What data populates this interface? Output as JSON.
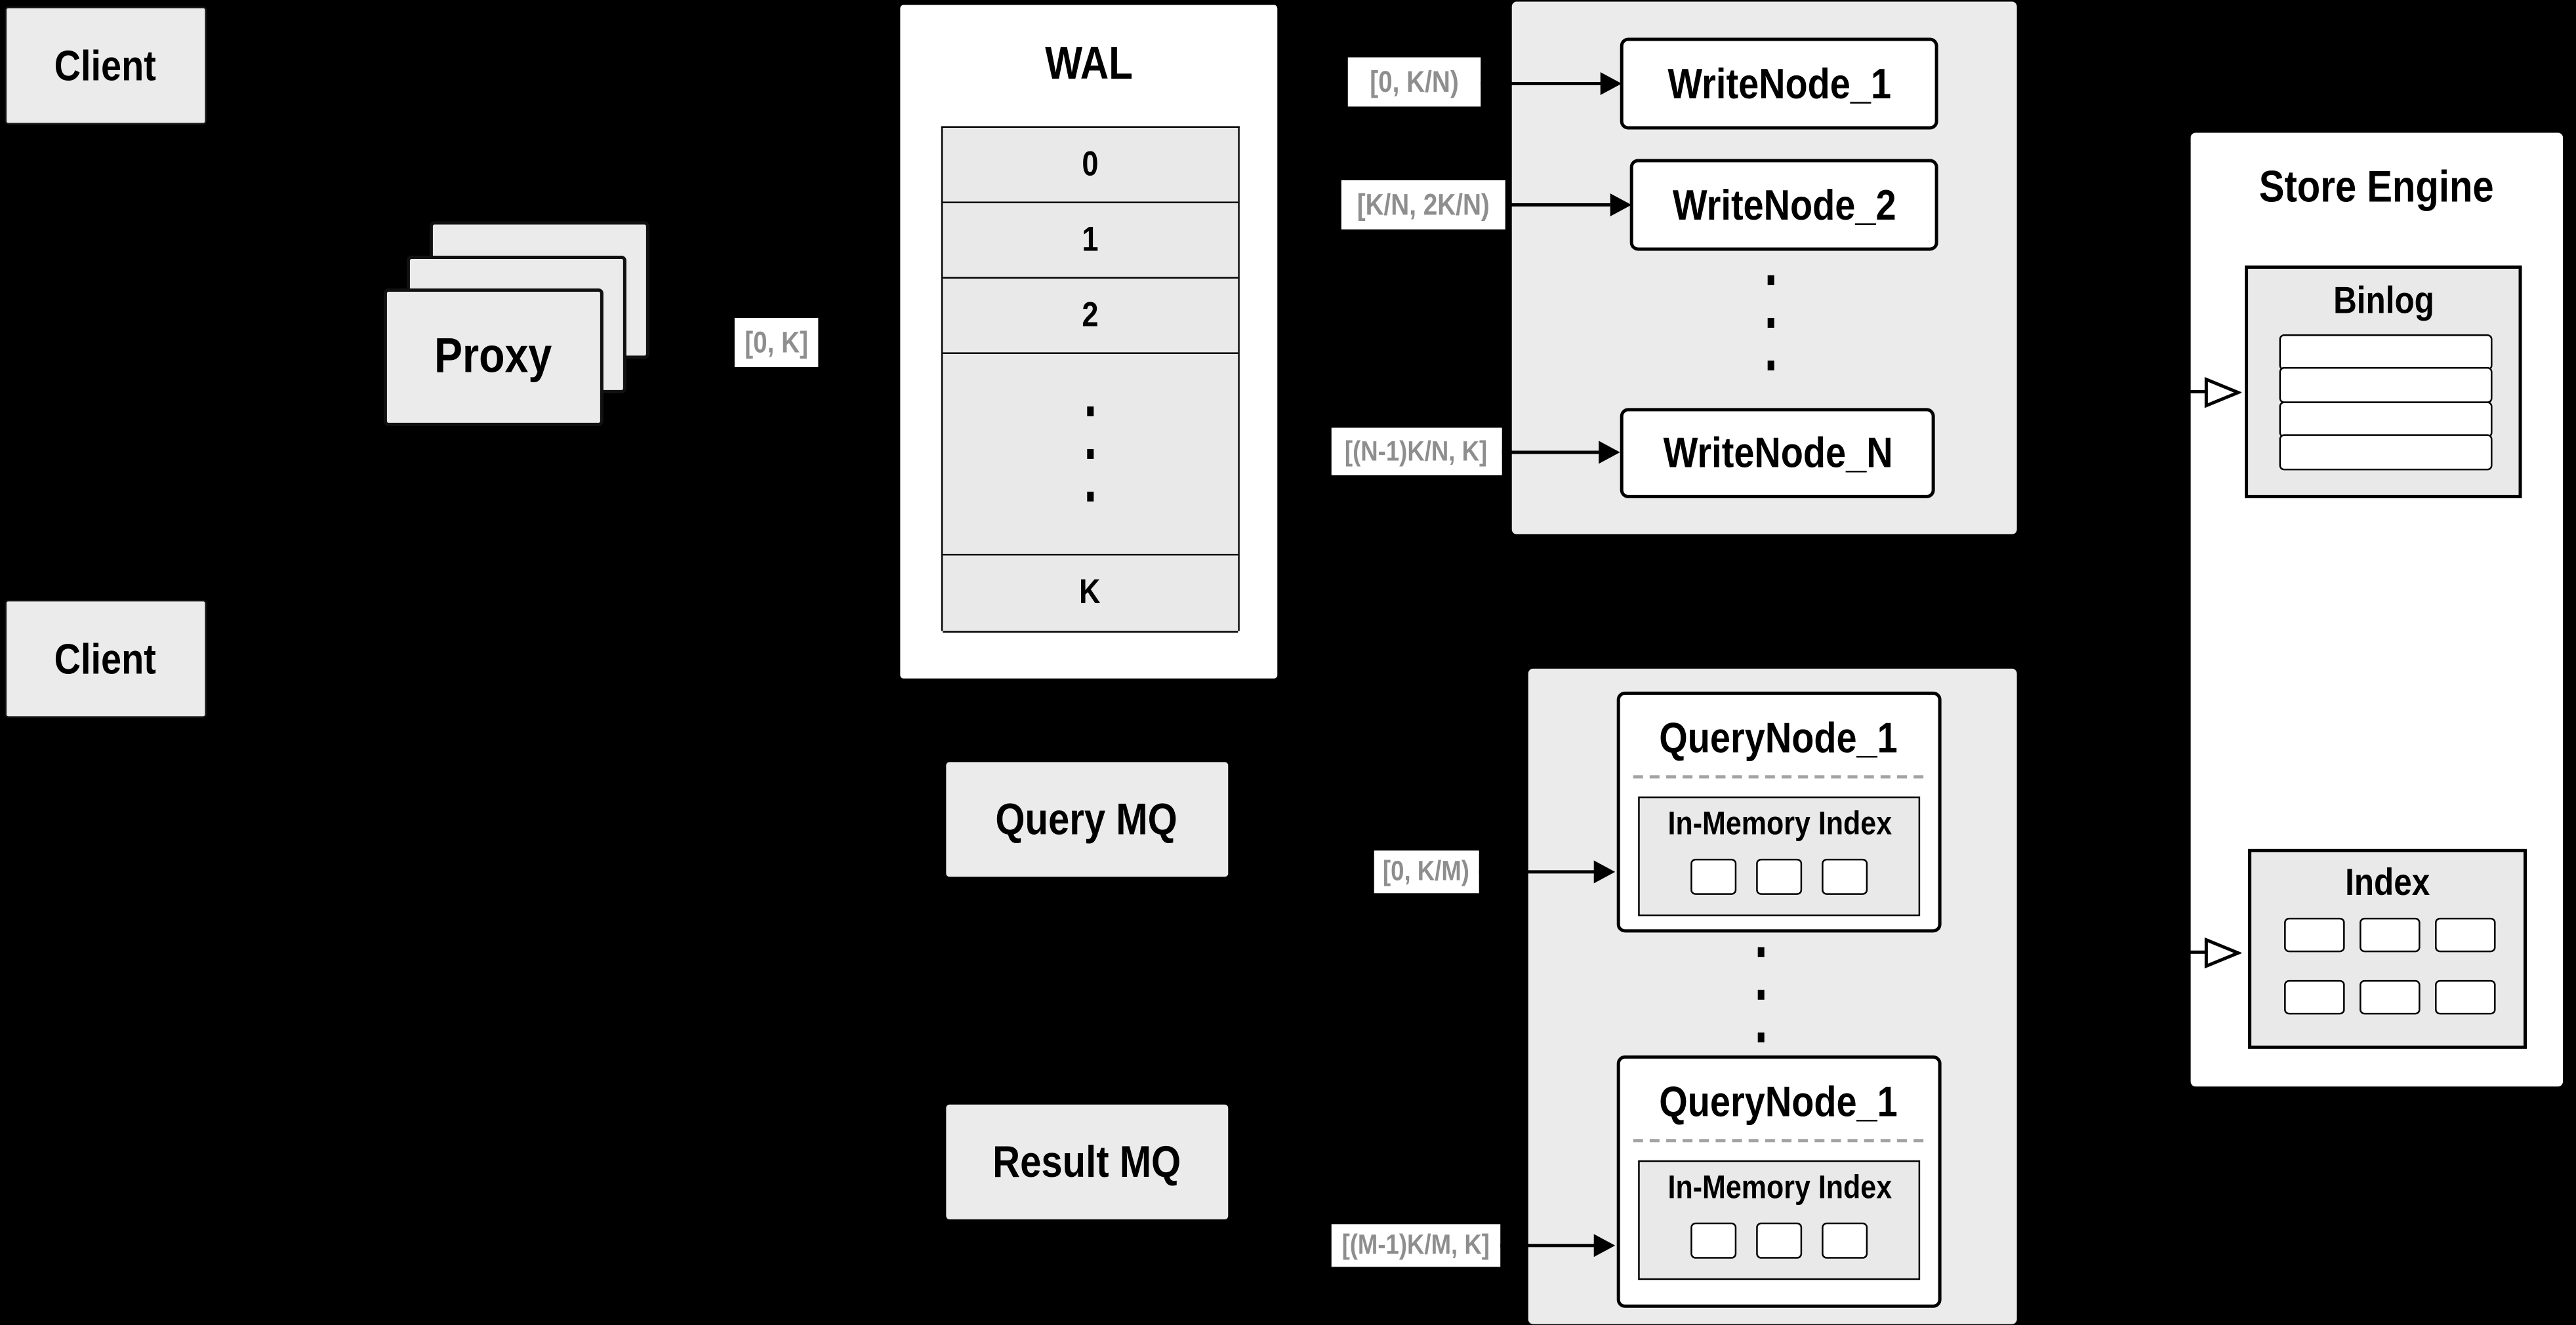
{
  "colors": {
    "background": "#000000",
    "panel_grey": "#ebebeb",
    "cell_grey": "#e9e9e9",
    "box_white": "#ffffff",
    "line_black": "#000000",
    "chip_text_grey": "#8e8e8e",
    "dash_grey": "#a3a3a3"
  },
  "clients": {
    "top": "Client",
    "bottom": "Client"
  },
  "proxy": {
    "label": "Proxy"
  },
  "chips": {
    "proxy": "[0, K]",
    "write1": "[0, K/N)",
    "write2": "[K/N, 2K/N)",
    "writeN": "[(N-1)K/N, K]",
    "query1": "[0, K/M)",
    "queryM": "[(M-1)K/M, K]"
  },
  "wal": {
    "title": "WAL",
    "rows": [
      "0",
      "1",
      "2"
    ],
    "k": "K"
  },
  "write": {
    "node1": "WriteNode_1",
    "node2": "WriteNode_2",
    "nodeN": "WriteNode_N"
  },
  "mq": {
    "query": "Query MQ",
    "result": "Result MQ"
  },
  "query": {
    "node1_title": "QueryNode_1",
    "node2_title": "QueryNode_1",
    "inmem": "In-Memory Index"
  },
  "store": {
    "title": "Store Engine",
    "binlog": "Binlog",
    "index": "Index"
  }
}
